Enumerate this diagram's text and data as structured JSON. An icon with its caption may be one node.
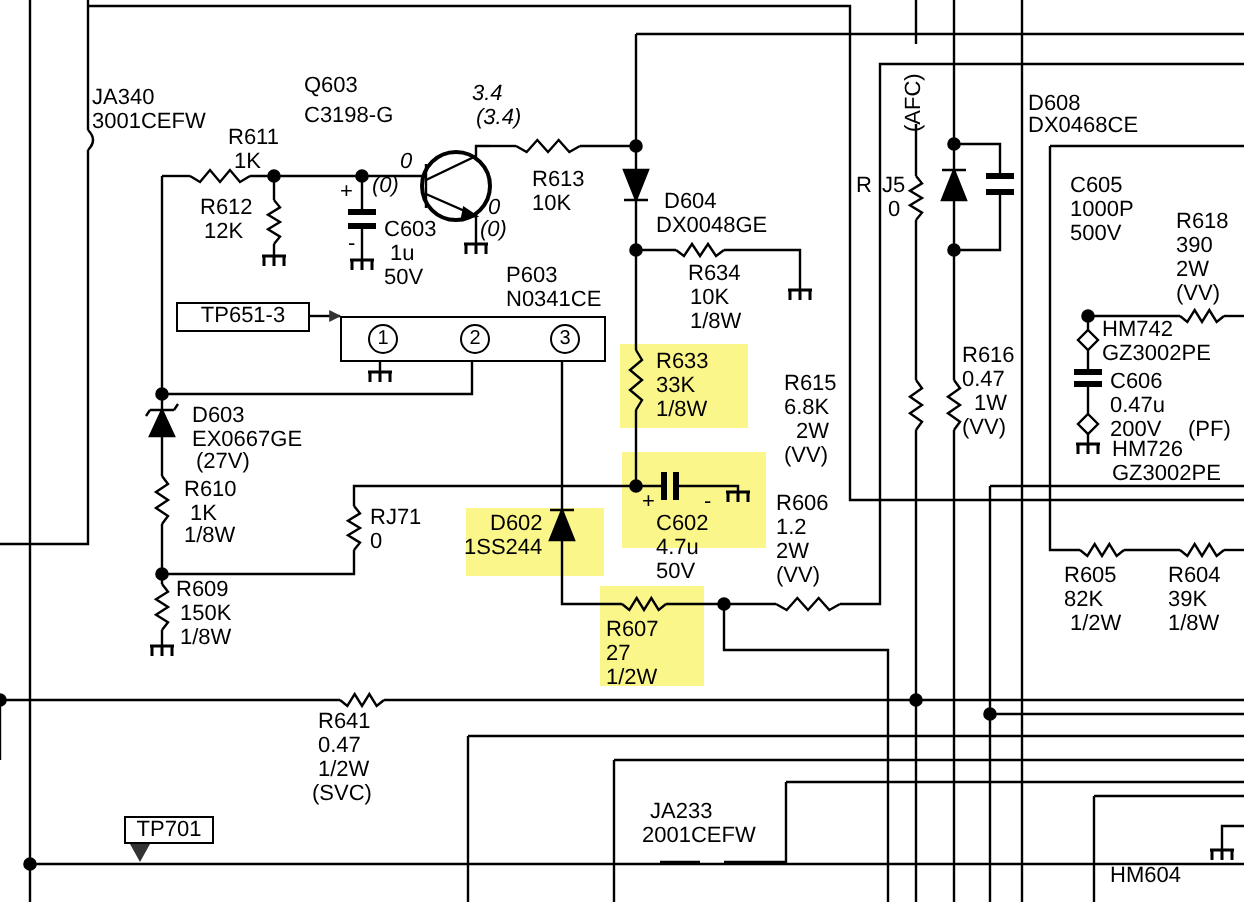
{
  "diagram": {
    "nodes": [
      {
        "text": [
          "TP651-3"
        ]
      },
      {
        "text": [
          "P603",
          "N0341CE"
        ]
      },
      {
        "text": [
          "1"
        ],
        "in": 1
      },
      {
        "text": [
          "2"
        ],
        "in": 1
      },
      {
        "text": [
          "3"
        ],
        "in": 1
      },
      {
        "text": [
          "TP701"
        ]
      }
    ],
    "edges": [
      {
        "from": 0,
        "to": 1,
        "arrow": "to"
      }
    ],
    "labels": [
      "JA340",
      "3001CEFW",
      "Q603",
      "C3198-G",
      "3.4",
      "(3.4)",
      "D608",
      "DX0468CE",
      "(AFC)",
      "R611",
      "1K",
      "0",
      "(0)",
      "R613",
      "10K",
      "R",
      "J5",
      "0",
      "C605",
      "1000P",
      "500V",
      "D604",
      "DX0048GE",
      "R612",
      "12K",
      "+",
      "C603",
      "0",
      "(0)",
      "1u",
      "-",
      "50V",
      "R618",
      "390",
      "2W",
      "(VV)",
      "R634",
      "10K",
      "1/8W",
      "HM742",
      "GZ3002PE",
      "C606",
      "0.47u",
      "200V",
      "(PF)",
      "R633",
      "33K",
      "1/8W",
      "R616",
      "0.47",
      "1W",
      "(VV)",
      "R615",
      "6.8K",
      "2W",
      "(VV)",
      "D603",
      "EX0667GE",
      "(27V)",
      "HM726",
      "GZ3002PE",
      "R610",
      "1K",
      "1/8W",
      "RJ71",
      "0",
      "D602",
      "1SS244",
      "C602",
      "4.7u",
      "50V",
      "+",
      "-",
      "R606",
      "1.2",
      "2W",
      "(VV)",
      "R605",
      "82K",
      "1/2W",
      "R604",
      "39K",
      "1/8W",
      "R609",
      "150K",
      "1/8W",
      "R607",
      "27",
      "1/2W",
      "R641",
      "0.47",
      "1/2W",
      "(SVC)",
      "JA233",
      "2001CEFW",
      "HM604"
    ]
  }
}
